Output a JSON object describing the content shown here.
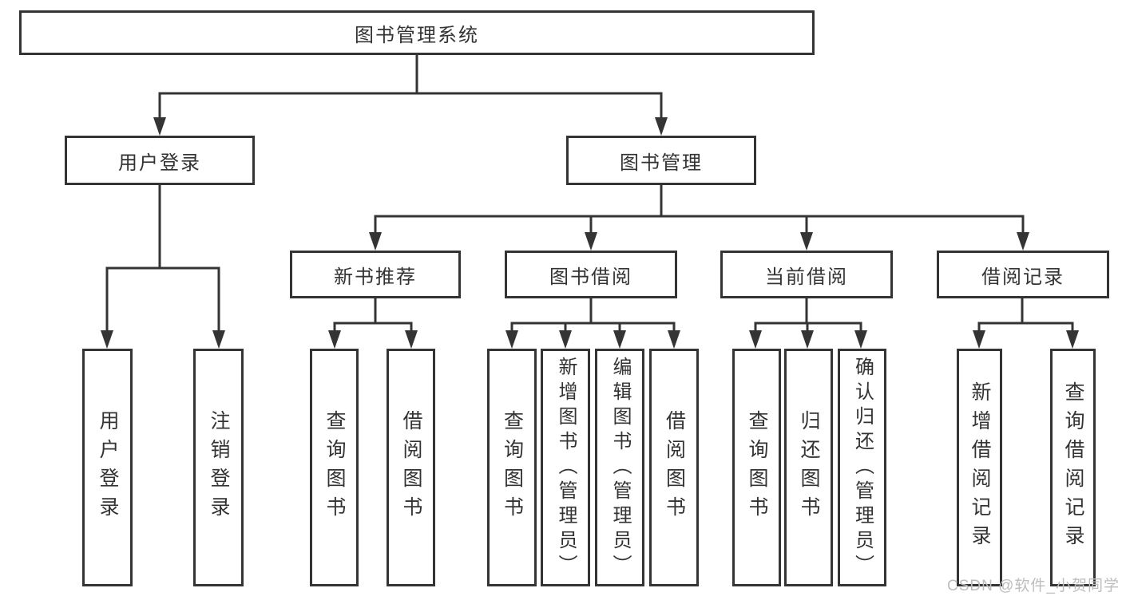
{
  "diagram_title": "图书管理系统",
  "tree": {
    "root": {
      "label": "图书管理系统",
      "children": [
        {
          "label": "用户登录",
          "children": [
            {
              "label": "用户登录"
            },
            {
              "label": "注销登录"
            }
          ]
        },
        {
          "label": "图书管理",
          "children": [
            {
              "label": "新书推荐",
              "children": [
                {
                  "label": "查询图书"
                },
                {
                  "label": "借阅图书"
                }
              ]
            },
            {
              "label": "图书借阅",
              "children": [
                {
                  "label": "查询图书"
                },
                {
                  "label": "新增图书（管理员）"
                },
                {
                  "label": "编辑图书（管理员）"
                },
                {
                  "label": "借阅图书"
                }
              ]
            },
            {
              "label": "当前借阅",
              "children": [
                {
                  "label": "查询图书"
                },
                {
                  "label": "归还图书"
                },
                {
                  "label": "确认归还（管理员）"
                }
              ]
            },
            {
              "label": "借阅记录",
              "children": [
                {
                  "label": "新增借阅记录"
                },
                {
                  "label": "查询借阅记录"
                }
              ]
            }
          ]
        }
      ]
    }
  },
  "watermark": {
    "text": "CSDN @软件_小贺同学",
    "color": "#bdbdbd"
  },
  "colors": {
    "line": "#343434",
    "box_border": "#343434",
    "text": "#333333",
    "background": "#ffffff"
  }
}
